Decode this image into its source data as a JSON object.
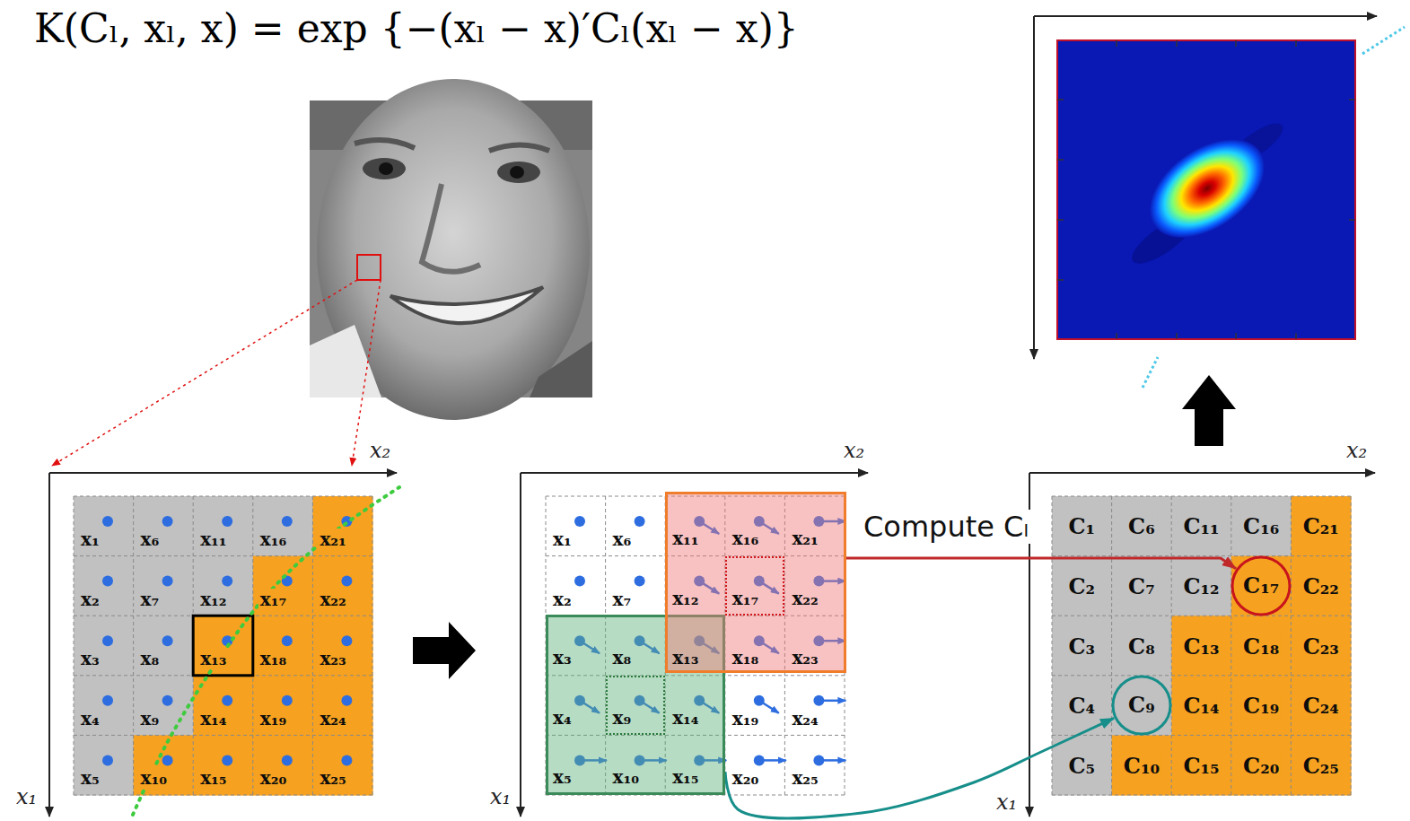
{
  "diagram": {
    "nodes": [
      {
        "text": [
          "x₁₁",
          "x₁₂",
          "x₁₃",
          "x₁₆",
          "x₁₇",
          "x₁₈",
          "x₂₁",
          "x₂₂",
          "x₂₃"
        ]
      },
      {
        "text": [
          "x₃",
          "x₄",
          "x₅",
          "x₈",
          "x₉",
          "x₁₀",
          "x₁₄",
          "x₁₅"
        ]
      },
      {
        "text": [
          "C₁₇"
        ]
      },
      {
        "text": [
          "C₉"
        ]
      }
    ],
    "edges": [
      {
        "from": 0,
        "to": 2,
        "arrow": "to"
      },
      {
        "from": 1,
        "to": 3,
        "arrow": "to"
      }
    ],
    "labels": [
      "K(Cₗ, xₗ, x) = exp {−(xₗ − x)′Cₗ(xₗ − x)}",
      "x₂",
      "x₁",
      "x₁",
      "x₂",
      "x₃",
      "x₄",
      "x₅",
      "x₆",
      "x₇",
      "x₈",
      "x₉",
      "x₁₀",
      "x₁₁",
      "x₁₂",
      "x₁₃",
      "x₁₄",
      "x₁₅",
      "x₁₆",
      "x₁₇",
      "x₁₈",
      "x₁₉",
      "x₂₀",
      "x₂₁",
      "x₂₂",
      "x₂₃",
      "x₂₄",
      "x₂₅",
      "x₂",
      "x₁",
      "x₁",
      "x₂",
      "x₆",
      "x₇",
      "x₁₉",
      "x₂₀",
      "x₂₄",
      "x₂₅",
      "Compute Cₗ",
      "x₂",
      "x₁",
      "C₁",
      "C₂",
      "C₃",
      "C₄",
      "C₅",
      "C₆",
      "C₇",
      "C₈",
      "C₁₀",
      "C₁₁",
      "C₁₂",
      "C₁₃",
      "C₁₄",
      "C₁₅",
      "C₁₆",
      "C₁₈",
      "C₁₉",
      "C₂₀",
      "C₂₁",
      "C₂₂",
      "C₂₃",
      "C₂₄",
      "C₂₅"
    ]
  }
}
